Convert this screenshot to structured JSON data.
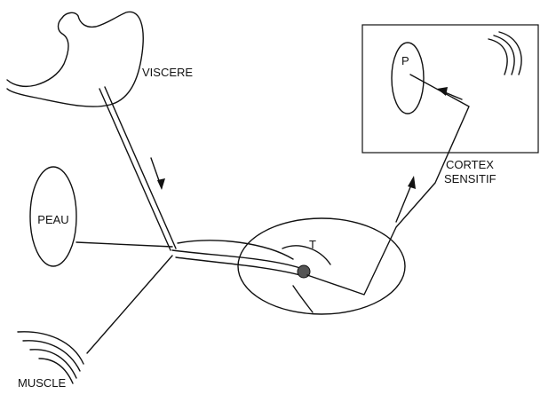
{
  "labels": {
    "viscere": "VISCERE",
    "peau": "PEAU",
    "muscle": "MUSCLE",
    "cortex_line1": "CORTEX",
    "cortex_line2": "SENSITIF",
    "thalamus": "T",
    "projection": "P"
  },
  "colors": {
    "ink": "#111111",
    "background": "#ffffff",
    "nucleus": "#555555"
  }
}
